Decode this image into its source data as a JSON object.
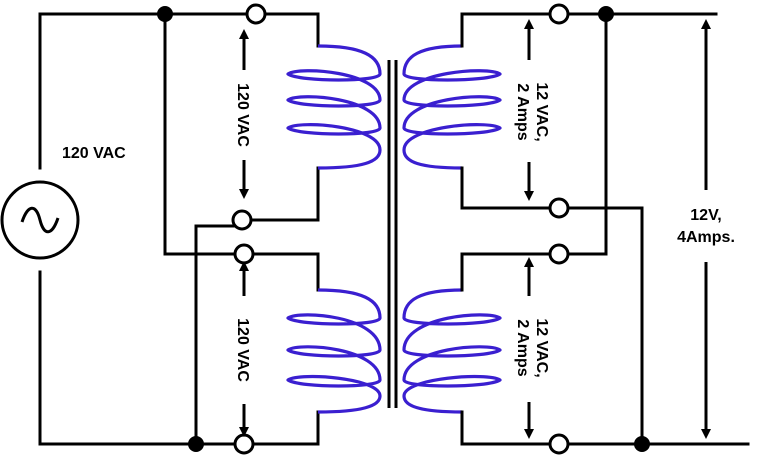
{
  "source_label": "120 VAC",
  "primary_top_label": "120 VAC",
  "primary_bottom_label": "120 VAC",
  "secondary_top_label_line1": "12 VAC,",
  "secondary_top_label_line2": "2 Amps",
  "secondary_bottom_label_line1": "12 VAC,",
  "secondary_bottom_label_line2": "2 Amps",
  "output_label_line1": "12V,",
  "output_label_line2": "4Amps.",
  "colors": {
    "wire": "#000000",
    "coil": "#3a1fd0",
    "background": "#ffffff"
  }
}
